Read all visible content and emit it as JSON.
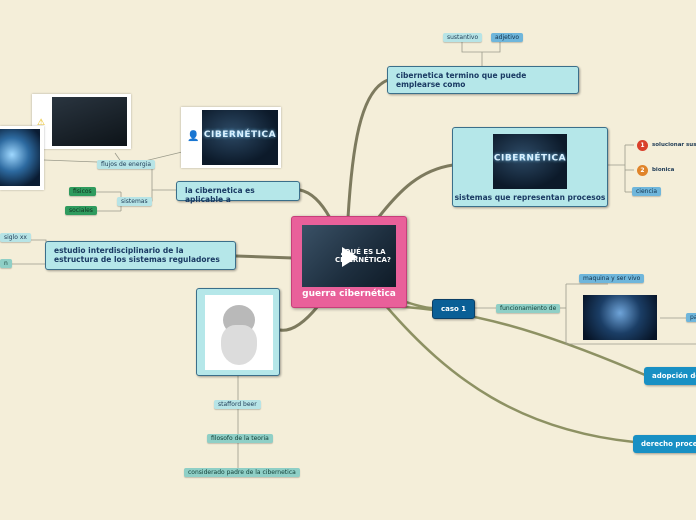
{
  "central": {
    "title": "guerra cibernética",
    "video_text": "¿QUÉ ES LA CIBERNÉTICA?"
  },
  "nodes": {
    "termino": "cibernetica termino que puede emplearse como",
    "sistemas_repr": "sistemas que representan procesos",
    "aplicable": "la cibernetica es aplicable a",
    "estudio": "estudio interdisciplinario de la estructura de los sistemas reguladores",
    "cyber_word": "CIBERNÉTICA"
  },
  "tags": {
    "sustantivo": "sustantivo",
    "adjetivo": "adjetivo",
    "solucionar": "solucionar sus",
    "bionica": "bionica",
    "ciencia": "ciencia",
    "flujos": "flujos de energia",
    "fisicos": "fisicos",
    "sistemas": "sistemas",
    "sociales": "sociales",
    "siglo": "siglo xx",
    "n": "n",
    "stafford": "stafford beer",
    "filosofo": "filosofo de la teoria",
    "padre": "considerado padre de la cibernetica",
    "funcionamiento": "funcionamiento de",
    "maquina": "maquina y ser vivo",
    "pa": "pa",
    "caso": "caso 1",
    "adopcion": "adopción de",
    "derecho": "derecho proce"
  },
  "badges": {
    "one": "1",
    "two": "2"
  },
  "colors": {
    "background": "#f4eed9",
    "central": "#e9609a",
    "node": "#b5e7e9",
    "branch": "#8a8a6a",
    "accent": "#0b6fa8"
  }
}
